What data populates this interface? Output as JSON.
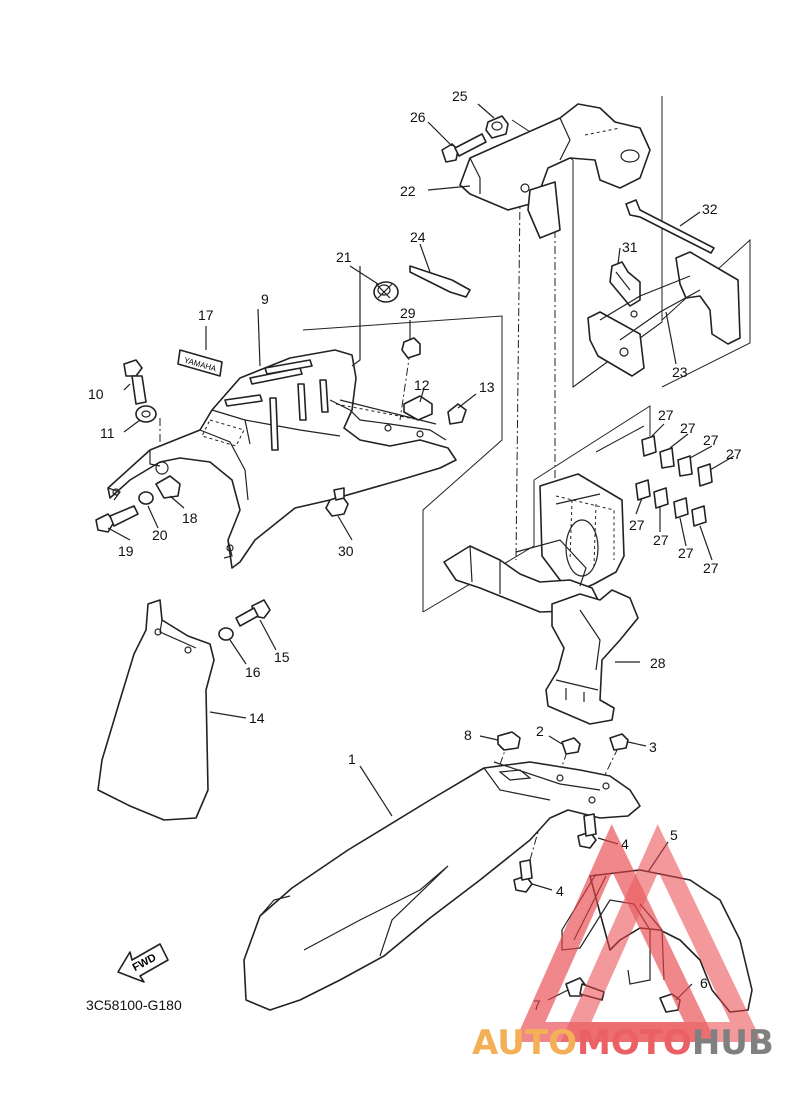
{
  "diagram": {
    "code": "3C58100-G180",
    "fwd_label": "FWD",
    "decal_text": "YAMAHA",
    "callouts": [
      {
        "id": "c1",
        "label": "1"
      },
      {
        "id": "c2",
        "label": "2"
      },
      {
        "id": "c3",
        "label": "3"
      },
      {
        "id": "c4a",
        "label": "4"
      },
      {
        "id": "c4b",
        "label": "4"
      },
      {
        "id": "c5",
        "label": "5"
      },
      {
        "id": "c6",
        "label": "6"
      },
      {
        "id": "c7",
        "label": "7"
      },
      {
        "id": "c8",
        "label": "8"
      },
      {
        "id": "c9",
        "label": "9"
      },
      {
        "id": "c10",
        "label": "10"
      },
      {
        "id": "c11",
        "label": "11"
      },
      {
        "id": "c12",
        "label": "12"
      },
      {
        "id": "c13",
        "label": "13"
      },
      {
        "id": "c14",
        "label": "14"
      },
      {
        "id": "c15",
        "label": "15"
      },
      {
        "id": "c16",
        "label": "16"
      },
      {
        "id": "c17",
        "label": "17"
      },
      {
        "id": "c18",
        "label": "18"
      },
      {
        "id": "c19",
        "label": "19"
      },
      {
        "id": "c20",
        "label": "20"
      },
      {
        "id": "c21",
        "label": "21"
      },
      {
        "id": "c22",
        "label": "22"
      },
      {
        "id": "c23",
        "label": "23"
      },
      {
        "id": "c24",
        "label": "24"
      },
      {
        "id": "c25",
        "label": "25"
      },
      {
        "id": "c26",
        "label": "26"
      },
      {
        "id": "c27a",
        "label": "27"
      },
      {
        "id": "c27b",
        "label": "27"
      },
      {
        "id": "c27c",
        "label": "27"
      },
      {
        "id": "c27d",
        "label": "27"
      },
      {
        "id": "c27e",
        "label": "27"
      },
      {
        "id": "c27f",
        "label": "27"
      },
      {
        "id": "c27g",
        "label": "27"
      },
      {
        "id": "c27h",
        "label": "27"
      },
      {
        "id": "c28",
        "label": "28"
      },
      {
        "id": "c29",
        "label": "29"
      },
      {
        "id": "c30",
        "label": "30"
      },
      {
        "id": "c31",
        "label": "31"
      },
      {
        "id": "c32",
        "label": "32"
      }
    ]
  },
  "watermark": {
    "part1": "AUTO",
    "part2": "MOTO",
    "part3": "HUB",
    "color_orange": "#f2a33a",
    "color_red": "#e8454a",
    "color_gray": "#6b6b6b"
  }
}
